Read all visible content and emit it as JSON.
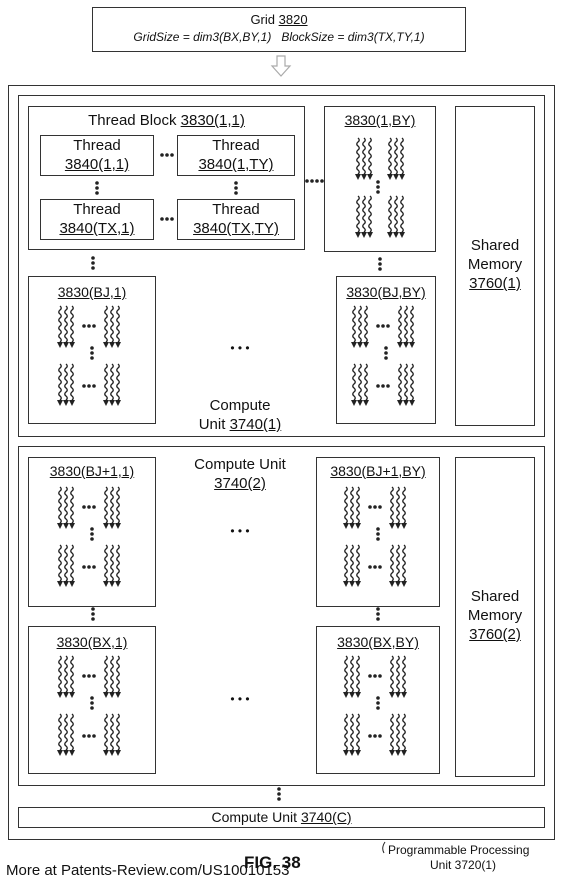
{
  "grid": {
    "title": "Grid",
    "ref": "3820",
    "formula": "GridSize = dim3(BX,BY,1)   BlockSize = dim3(TX,TY,1)"
  },
  "cu1": {
    "tb11": {
      "prefix": "Thread Block ",
      "ref": "3830(1,1)"
    },
    "threads": [
      {
        "label": "Thread",
        "ref": "3840(1,1)"
      },
      {
        "label": "Thread",
        "ref": "3840(1,TY)"
      },
      {
        "label": "Thread",
        "ref": "3840(TX,1)"
      },
      {
        "label": "Thread",
        "ref": "3840(TX,TY)"
      }
    ],
    "b_1by": "3830(1,BY)",
    "b_bj1": "3830(BJ,1)",
    "b_bjby": "3830(BJ,BY)",
    "dots": "• • •",
    "label_line1": "Compute",
    "label_line2": "Unit ",
    "label_ref": "3740(1)",
    "shared": {
      "line1": "Shared",
      "line2": "Memory",
      "ref": "3760(1)"
    }
  },
  "cu2": {
    "label_line1": "Compute Unit",
    "label_ref": "3740(2)",
    "b_bj1_1": "3830(BJ+1,1)",
    "b_bj1_by": "3830(BJ+1,BY)",
    "b_bx1": "3830(BX,1)",
    "b_bxby": "3830(BX,BY)",
    "dots": "• • •",
    "shared": {
      "line1": "Shared",
      "line2": "Memory",
      "ref": "3760(2)"
    }
  },
  "cuc": {
    "prefix": "Compute Unit ",
    "ref": "3740(C)"
  },
  "ppu": {
    "line1": "Programmable Processing",
    "line2": "Unit 3720(1)"
  },
  "footer": {
    "watermark": "More at Patents-Review.com/US10010153",
    "fig": "FIG. 38"
  }
}
